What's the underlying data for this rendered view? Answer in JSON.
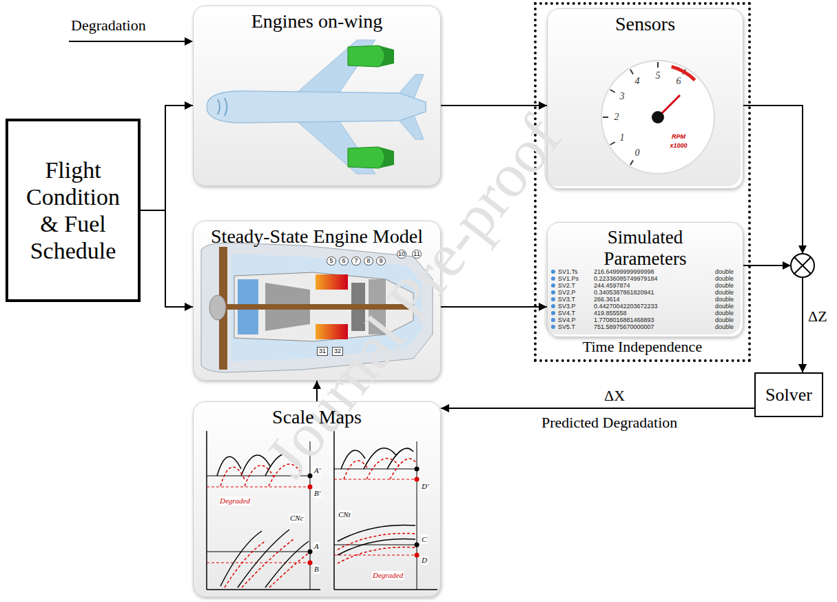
{
  "diagram": {
    "nodes": [
      {
        "text": [
          "Flight Condition & Fuel Schedule"
        ]
      },
      {
        "text": [
          "Engines on-wing"
        ]
      },
      {
        "text": [
          "Time Independence"
        ]
      },
      {
        "text": [
          "Sensors"
        ],
        "in": 2
      },
      {
        "text": [
          "Steady-State Engine Model"
        ]
      },
      {
        "text": [
          "Simulated Parameters"
        ],
        "in": 2
      },
      {
        "text": [
          "Scale Maps"
        ]
      },
      {
        "text": [
          "Solver"
        ]
      }
    ],
    "edges": [
      {
        "from": 0,
        "to": 1,
        "arrow": "to"
      },
      {
        "from": 0,
        "to": 4,
        "arrow": "to"
      },
      {
        "from": 1,
        "to": 3,
        "arrow": "to"
      },
      {
        "from": 4,
        "to": 5,
        "arrow": "to"
      },
      {
        "from": 3,
        "to": 7,
        "arrow": "to"
      },
      {
        "from": 5,
        "to": 7,
        "label": "ΔZ",
        "arrow": "to"
      },
      {
        "from": 7,
        "to": 6,
        "label": "ΔX",
        "arrow": "to"
      },
      {
        "from": 6,
        "to": 4,
        "arrow": "to"
      }
    ],
    "labels": [
      "Degradation",
      "0",
      "1",
      "2",
      "3",
      "4",
      "5",
      "6",
      "RPM",
      "x1000",
      "SV1.Ts",
      "216.64999999999998",
      "double",
      "SV1.Ps",
      "0.22336085749979184",
      "double",
      "SV2.T",
      "244.4597874",
      "double",
      "SV2.P",
      "0.3405387861820941",
      "double",
      "SV3.T",
      "266.3614",
      "double",
      "SV3.P",
      "0.44270042203672233",
      "double",
      "SV4.T",
      "419.855558",
      "double",
      "SV4.P",
      "1.7708016881468893",
      "double",
      "SV5.T",
      "751.58975670000007",
      "double",
      "10",
      "11",
      "5",
      "6",
      "7",
      "8",
      "9",
      "31",
      "32",
      "CNc",
      "A'",
      "B'",
      "Degraded",
      "A",
      "B",
      "CNt",
      "D'",
      "C",
      "D",
      "Degraded",
      "Predicted Degradation",
      "Journal Pre-proof"
    ]
  }
}
